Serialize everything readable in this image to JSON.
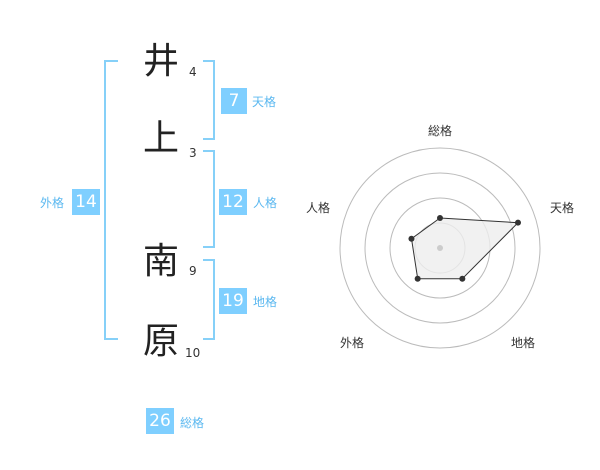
{
  "characters": [
    {
      "char": "井",
      "strokes": "4"
    },
    {
      "char": "上",
      "strokes": "3"
    },
    {
      "char": "南",
      "strokes": "9"
    },
    {
      "char": "原",
      "strokes": "10"
    }
  ],
  "grades": {
    "tenkaku": {
      "value": "7",
      "label": "天格"
    },
    "jinkaku": {
      "value": "12",
      "label": "人格"
    },
    "chikaku": {
      "value": "19",
      "label": "地格"
    },
    "gaikaku": {
      "value": "14",
      "label": "外格"
    },
    "soukaku": {
      "value": "26",
      "label": "総格"
    }
  },
  "chart_data": {
    "type": "radar",
    "axes": [
      "総格",
      "天格",
      "地格",
      "外格",
      "人格"
    ],
    "values": [
      0.3,
      0.82,
      0.38,
      0.38,
      0.3
    ],
    "rings": 4,
    "colors": {
      "ring": "#bbbbbb",
      "fill": "#eeeeee",
      "line": "#333333",
      "point": "#333333",
      "center": "#cccccc"
    }
  },
  "colors": {
    "accent": "#7fcfff",
    "bracket": "#86d0f8",
    "label": "#5bb8f0"
  }
}
